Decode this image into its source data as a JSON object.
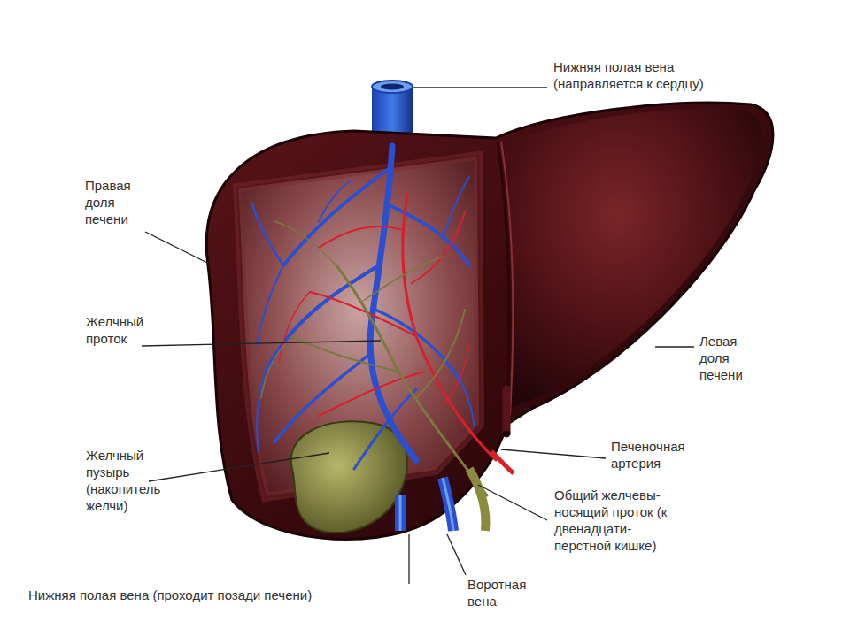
{
  "diagram": {
    "labels": [
      "Нижняя полая вена (направляется к сердцу)",
      "Правая доля печени",
      "Желчный проток",
      "Левая доля печени",
      "Желчный пузырь (накопитель желчи)",
      "Печеночная артерия",
      "Общий желчевы- носящий проток (к двенадцати- перстной кишке)",
      "Нижняя полая вена (проходит позади печени)",
      "Воротная вена"
    ]
  }
}
